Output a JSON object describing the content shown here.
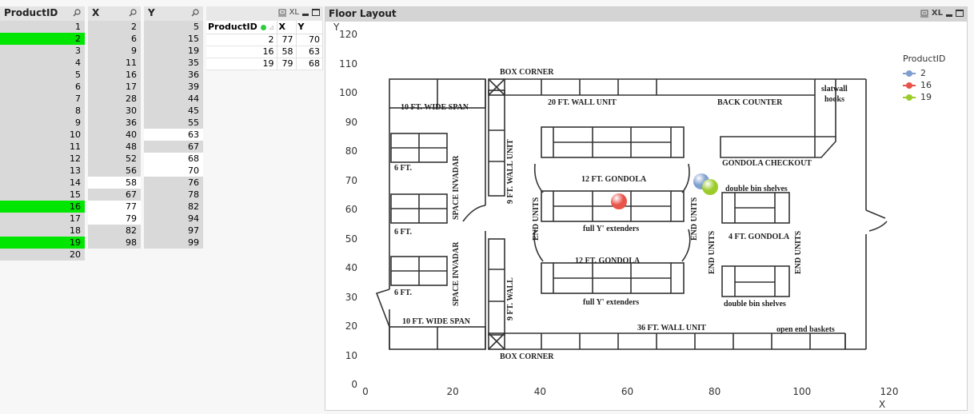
{
  "listboxes": {
    "productid": {
      "title": "ProductID",
      "rows": [
        {
          "v": "1",
          "s": "excluded"
        },
        {
          "v": "2",
          "s": "selected"
        },
        {
          "v": "3",
          "s": "excluded"
        },
        {
          "v": "4",
          "s": "excluded"
        },
        {
          "v": "5",
          "s": "excluded"
        },
        {
          "v": "6",
          "s": "excluded"
        },
        {
          "v": "7",
          "s": "excluded"
        },
        {
          "v": "8",
          "s": "excluded"
        },
        {
          "v": "9",
          "s": "excluded"
        },
        {
          "v": "10",
          "s": "excluded"
        },
        {
          "v": "11",
          "s": "excluded"
        },
        {
          "v": "12",
          "s": "excluded"
        },
        {
          "v": "13",
          "s": "excluded"
        },
        {
          "v": "14",
          "s": "excluded"
        },
        {
          "v": "15",
          "s": "excluded"
        },
        {
          "v": "16",
          "s": "selected"
        },
        {
          "v": "17",
          "s": "excluded"
        },
        {
          "v": "18",
          "s": "excluded"
        },
        {
          "v": "19",
          "s": "selected"
        },
        {
          "v": "20",
          "s": "excluded"
        }
      ]
    },
    "x": {
      "title": "X",
      "rows": [
        {
          "v": "2",
          "s": "excluded"
        },
        {
          "v": "6",
          "s": "excluded"
        },
        {
          "v": "9",
          "s": "excluded"
        },
        {
          "v": "11",
          "s": "excluded"
        },
        {
          "v": "16",
          "s": "excluded"
        },
        {
          "v": "17",
          "s": "excluded"
        },
        {
          "v": "28",
          "s": "excluded"
        },
        {
          "v": "30",
          "s": "excluded"
        },
        {
          "v": "36",
          "s": "excluded"
        },
        {
          "v": "40",
          "s": "excluded"
        },
        {
          "v": "48",
          "s": "excluded"
        },
        {
          "v": "52",
          "s": "excluded"
        },
        {
          "v": "56",
          "s": "excluded"
        },
        {
          "v": "58",
          "s": "possible"
        },
        {
          "v": "67",
          "s": "excluded"
        },
        {
          "v": "77",
          "s": "possible"
        },
        {
          "v": "79",
          "s": "possible"
        },
        {
          "v": "82",
          "s": "excluded"
        },
        {
          "v": "98",
          "s": "excluded"
        }
      ]
    },
    "y": {
      "title": "Y",
      "rows": [
        {
          "v": "5",
          "s": "excluded"
        },
        {
          "v": "15",
          "s": "excluded"
        },
        {
          "v": "19",
          "s": "excluded"
        },
        {
          "v": "35",
          "s": "excluded"
        },
        {
          "v": "36",
          "s": "excluded"
        },
        {
          "v": "39",
          "s": "excluded"
        },
        {
          "v": "44",
          "s": "excluded"
        },
        {
          "v": "45",
          "s": "excluded"
        },
        {
          "v": "55",
          "s": "excluded"
        },
        {
          "v": "63",
          "s": "possible"
        },
        {
          "v": "67",
          "s": "excluded"
        },
        {
          "v": "68",
          "s": "possible"
        },
        {
          "v": "70",
          "s": "possible"
        },
        {
          "v": "76",
          "s": "excluded"
        },
        {
          "v": "78",
          "s": "excluded"
        },
        {
          "v": "82",
          "s": "excluded"
        },
        {
          "v": "94",
          "s": "excluded"
        },
        {
          "v": "97",
          "s": "excluded"
        },
        {
          "v": "99",
          "s": "excluded"
        }
      ]
    }
  },
  "caption_icons": {
    "print": "print-icon",
    "xl": "XL",
    "minimize": "minimize-icon",
    "maximize": "maximize-icon"
  },
  "table": {
    "headers": [
      "ProductID",
      "X",
      "Y"
    ],
    "rows": [
      [
        "2",
        "77",
        "70"
      ],
      [
        "16",
        "58",
        "63"
      ],
      [
        "19",
        "79",
        "68"
      ]
    ]
  },
  "chart": {
    "title": "Floor Layout",
    "legend_title": "ProductID",
    "legend": [
      {
        "label": "2",
        "color": "#7f9fcf"
      },
      {
        "label": "16",
        "color": "#e8534a"
      },
      {
        "label": "19",
        "color": "#9ccc2c"
      }
    ],
    "floorplan_labels": {
      "box_corner_top": "BOX CORNER",
      "box_corner_bottom": "BOX CORNER",
      "wide_span_top": "10 FT. WIDE SPAN",
      "wide_span_bottom": "10 FT. WIDE SPAN",
      "wall_unit_20": "20 FT. WALL UNIT",
      "back_counter": "BACK COUNTER",
      "slatwall": "slatwall",
      "hooks": "hooks",
      "gondola_checkout": "GONDOLA CHECKOUT",
      "space_invadar_1": "SPACE INVADAR",
      "space_invadar_2": "SPACE INVADAR",
      "six_ft_1": "6 FT.",
      "six_ft_2": "6 FT.",
      "six_ft_3": "6 FT.",
      "nine_ft_wall_unit": "9 FT. WALL UNIT",
      "nine_ft_wall": "9 FT. WALL",
      "gondola_12_top": "12 FT. GONDOLA",
      "gondola_12_bottom": "12 FT. GONDOLA",
      "extenders_1": "full Y' extenders",
      "extenders_2": "full Y' extenders",
      "end_units_1": "END UNITS",
      "end_units_2": "END UNITS",
      "end_units_3": "END UNITS",
      "end_units_4": "END UNITS",
      "double_bin_top": "double bin shelves",
      "double_bin_bottom": "double bin shelves",
      "gondola_4": "4 FT. GONDOLA",
      "wall_unit_36": "36 FT. WALL UNIT",
      "open_end_baskets": "open end baskets"
    }
  },
  "chart_data": {
    "type": "scatter",
    "title": "Floor Layout",
    "xlabel": "X",
    "ylabel": "Y",
    "xlim": [
      0,
      120
    ],
    "ylim": [
      0,
      120
    ],
    "x_ticks": [
      "0",
      "20",
      "40",
      "60",
      "80",
      "100",
      "120"
    ],
    "y_ticks": [
      "0",
      "10",
      "20",
      "30",
      "40",
      "50",
      "60",
      "70",
      "80",
      "90",
      "100",
      "110",
      "120"
    ],
    "legend_title": "ProductID",
    "legend_position": "top-right",
    "grid": false,
    "series": [
      {
        "name": "2",
        "x": 77,
        "y": 70,
        "color": "#7f9fcf"
      },
      {
        "name": "16",
        "x": 58,
        "y": 63,
        "color": "#e8534a"
      },
      {
        "name": "19",
        "x": 79,
        "y": 68,
        "color": "#9ccc2c"
      }
    ]
  }
}
